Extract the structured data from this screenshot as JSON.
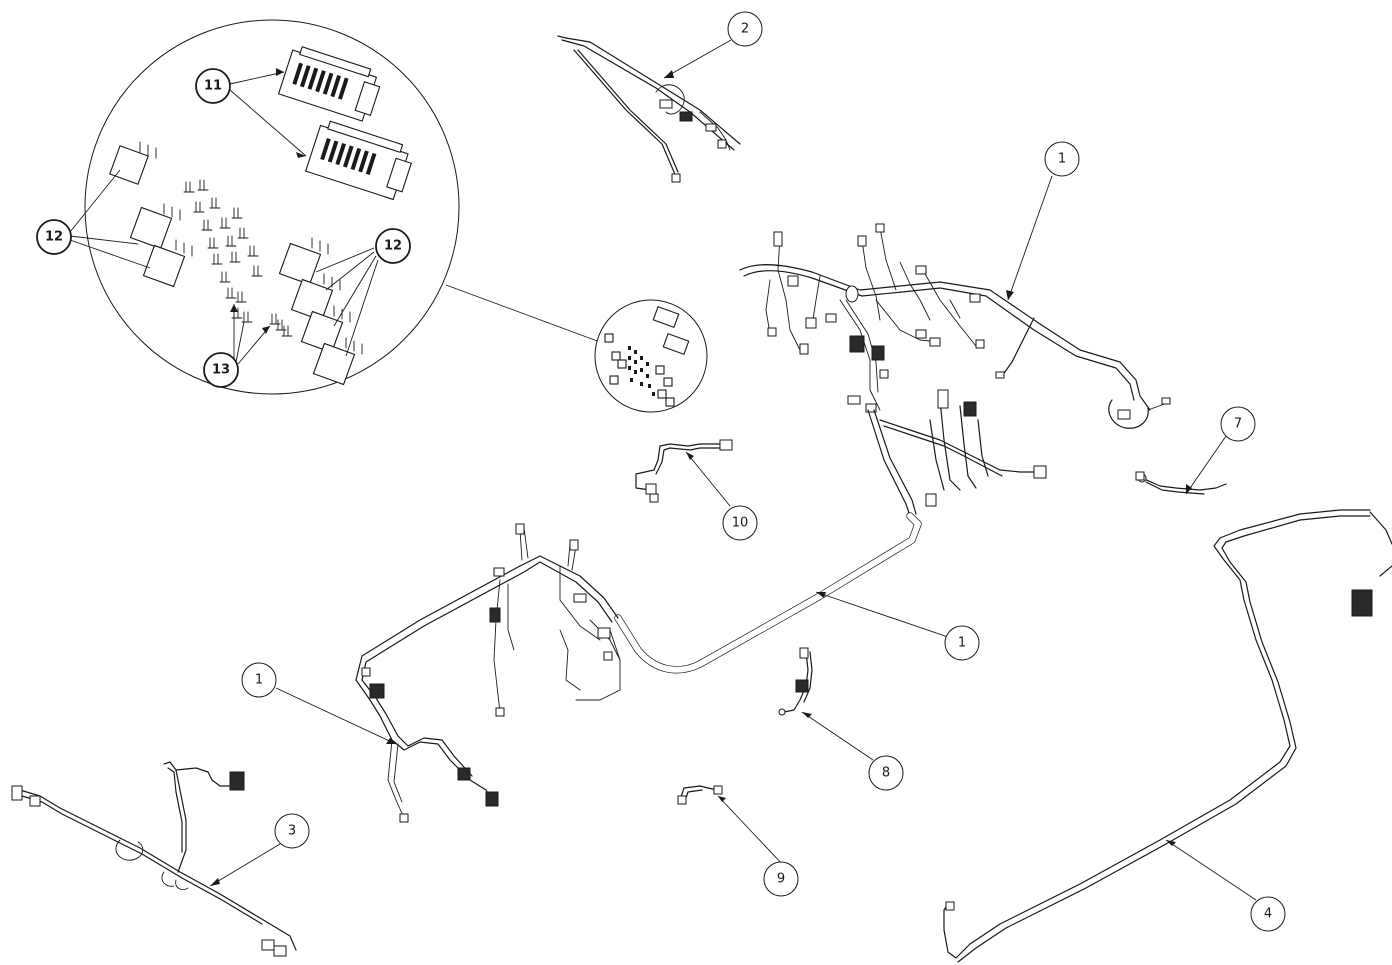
{
  "callouts": [
    {
      "id": "c2",
      "label": "2"
    },
    {
      "id": "c1a",
      "label": "1"
    },
    {
      "id": "c1b",
      "label": "1"
    },
    {
      "id": "c1c",
      "label": "1"
    },
    {
      "id": "c7",
      "label": "7"
    },
    {
      "id": "c10",
      "label": "10"
    },
    {
      "id": "c8",
      "label": "8"
    },
    {
      "id": "c3",
      "label": "3"
    },
    {
      "id": "c9",
      "label": "9"
    },
    {
      "id": "c4",
      "label": "4"
    },
    {
      "id": "c11",
      "label": "11"
    },
    {
      "id": "c12a",
      "label": "12"
    },
    {
      "id": "c12b",
      "label": "12"
    },
    {
      "id": "c13",
      "label": "13"
    }
  ]
}
